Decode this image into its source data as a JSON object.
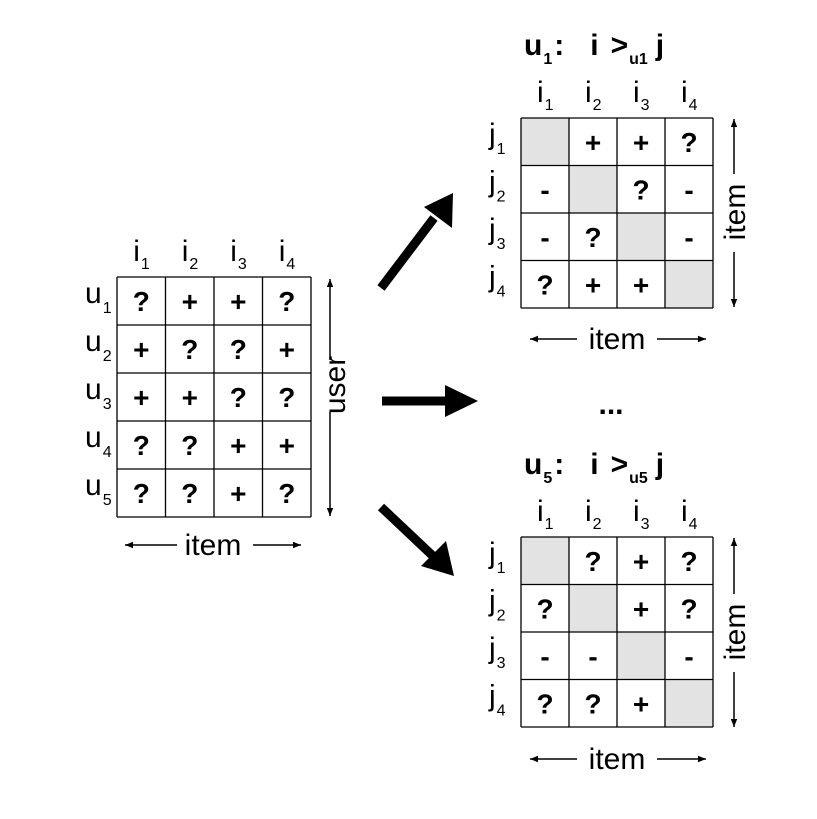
{
  "main": {
    "cols": [
      "i",
      "i",
      "i",
      "i"
    ],
    "col_subs": [
      "1",
      "2",
      "3",
      "4"
    ],
    "rows": [
      "u",
      "u",
      "u",
      "u",
      "u"
    ],
    "row_subs": [
      "1",
      "2",
      "3",
      "4",
      "5"
    ],
    "cells": [
      [
        "?",
        "+",
        "+",
        "?"
      ],
      [
        "+",
        "?",
        "?",
        "+"
      ],
      [
        "+",
        "+",
        "?",
        "?"
      ],
      [
        "?",
        "?",
        "+",
        "+"
      ],
      [
        "?",
        "?",
        "+",
        "?"
      ]
    ],
    "x_label": "item",
    "y_label": "user"
  },
  "ellipsis": "...",
  "pairs": [
    {
      "title_u": "u",
      "title_u_sub": "1",
      "title_colon": ":",
      "title_i": "i",
      "title_gt": ">",
      "title_gt_sub": "u1",
      "title_j": "j",
      "cols": [
        "i",
        "i",
        "i",
        "i"
      ],
      "col_subs": [
        "1",
        "2",
        "3",
        "4"
      ],
      "rows": [
        "j",
        "j",
        "j",
        "j"
      ],
      "row_subs": [
        "1",
        "2",
        "3",
        "4"
      ],
      "cells": [
        [
          "",
          "+",
          "+",
          "?"
        ],
        [
          "-",
          "",
          "?",
          "-"
        ],
        [
          "-",
          "?",
          "",
          "-"
        ],
        [
          "?",
          "+",
          "+",
          ""
        ]
      ],
      "x_label": "item",
      "y_label": "item"
    },
    {
      "title_u": "u",
      "title_u_sub": "5",
      "title_colon": ":",
      "title_i": "i",
      "title_gt": ">",
      "title_gt_sub": "u5",
      "title_j": "j",
      "cols": [
        "i",
        "i",
        "i",
        "i"
      ],
      "col_subs": [
        "1",
        "2",
        "3",
        "4"
      ],
      "rows": [
        "j",
        "j",
        "j",
        "j"
      ],
      "row_subs": [
        "1",
        "2",
        "3",
        "4"
      ],
      "cells": [
        [
          "",
          "?",
          "+",
          "?"
        ],
        [
          "?",
          "",
          "+",
          "?"
        ],
        [
          "-",
          "-",
          "",
          "-"
        ],
        [
          "?",
          "?",
          "+",
          ""
        ]
      ],
      "x_label": "item",
      "y_label": "item"
    }
  ],
  "colors": {
    "diagonal_fill": "#e3e3e3",
    "line": "#000000",
    "text": "#000000"
  }
}
